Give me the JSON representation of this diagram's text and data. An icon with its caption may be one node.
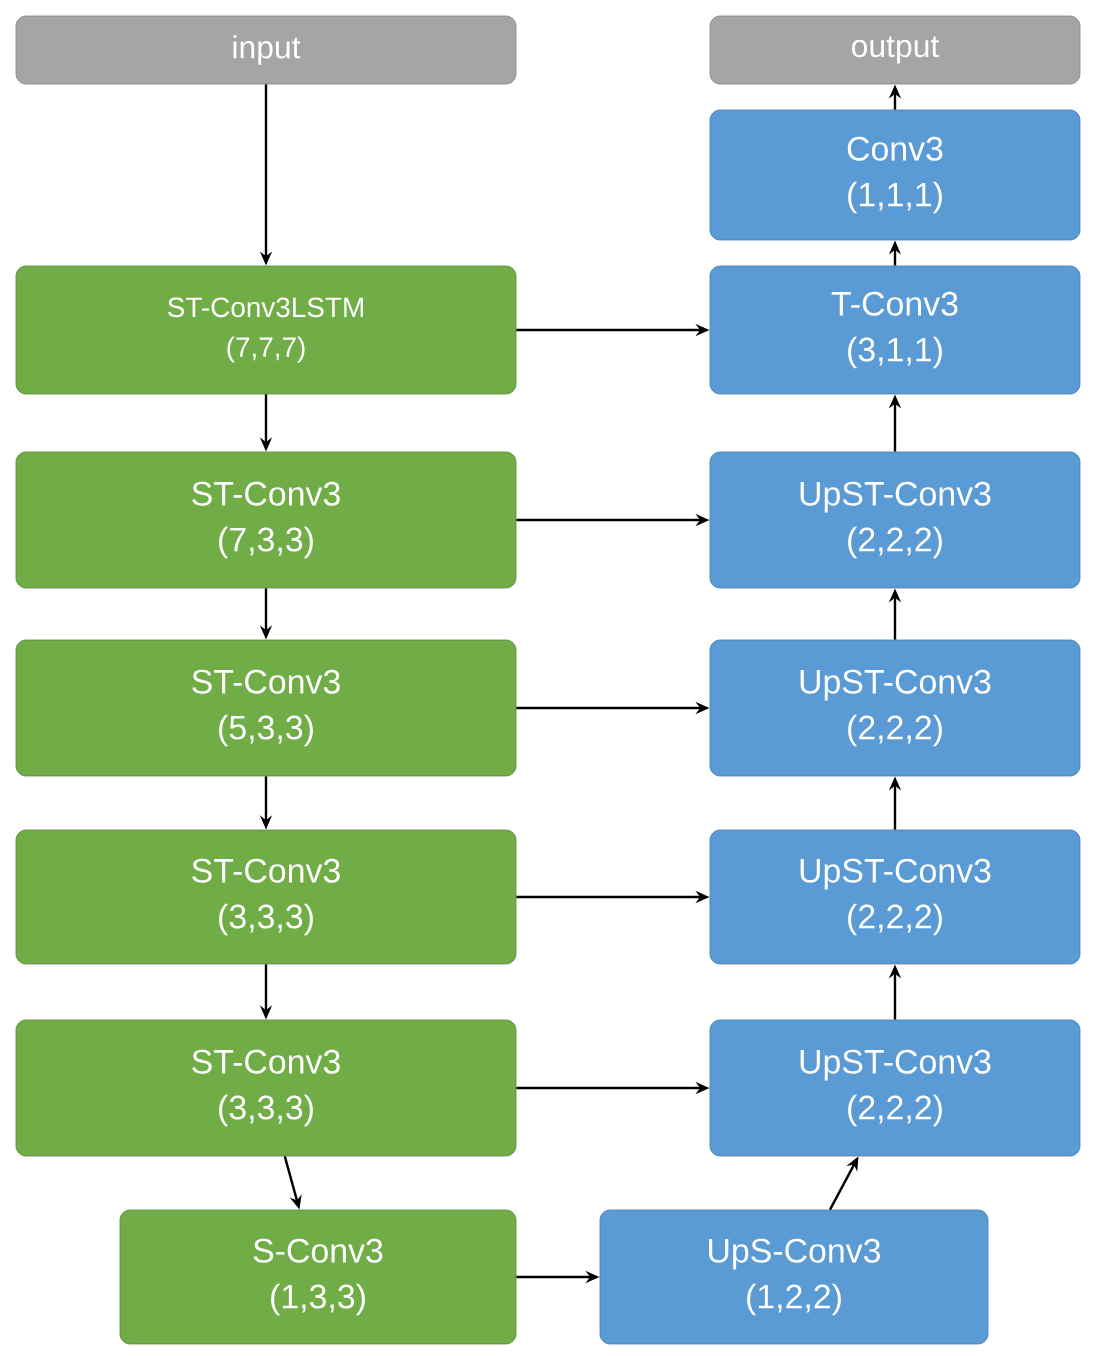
{
  "diagram": {
    "nodes": [
      {
        "text": [
          "input"
        ]
      },
      {
        "text": [
          "output"
        ]
      },
      {
        "text": [
          "ST-Conv3LSTM",
          "(7,7,7)"
        ]
      },
      {
        "text": [
          "ST-Conv3",
          "(7,3,3)"
        ]
      },
      {
        "text": [
          "ST-Conv3",
          "(5,3,3)"
        ]
      },
      {
        "text": [
          "ST-Conv3",
          "(3,3,3)"
        ]
      },
      {
        "text": [
          "ST-Conv3",
          "(3,3,3)"
        ]
      },
      {
        "text": [
          "S-Conv3",
          "(1,3,3)"
        ]
      },
      {
        "text": [
          "UpS-Conv3",
          "(1,2,2)"
        ]
      },
      {
        "text": [
          "UpST-Conv3",
          "(2,2,2)"
        ]
      },
      {
        "text": [
          "UpST-Conv3",
          "(2,2,2)"
        ]
      },
      {
        "text": [
          "UpST-Conv3",
          "(2,2,2)"
        ]
      },
      {
        "text": [
          "UpST-Conv3",
          "(2,2,2)"
        ]
      },
      {
        "text": [
          "T-Conv3",
          "(3,1,1)"
        ]
      },
      {
        "text": [
          "Conv3",
          "(1,1,1)"
        ]
      }
    ],
    "edges": [
      {
        "from": 0,
        "to": 2,
        "arrow": "to"
      },
      {
        "from": 2,
        "to": 3,
        "arrow": "to"
      },
      {
        "from": 3,
        "to": 4,
        "arrow": "to"
      },
      {
        "from": 4,
        "to": 5,
        "arrow": "to"
      },
      {
        "from": 5,
        "to": 6,
        "arrow": "to"
      },
      {
        "from": 6,
        "to": 7,
        "arrow": "to"
      },
      {
        "from": 7,
        "to": 8,
        "arrow": "to"
      },
      {
        "from": 8,
        "to": 9,
        "arrow": "to"
      },
      {
        "from": 9,
        "to": 10,
        "arrow": "to"
      },
      {
        "from": 10,
        "to": 11,
        "arrow": "to"
      },
      {
        "from": 11,
        "to": 12,
        "arrow": "to"
      },
      {
        "from": 12,
        "to": 13,
        "arrow": "to"
      },
      {
        "from": 13,
        "to": 14,
        "arrow": "to"
      },
      {
        "from": 14,
        "to": 1,
        "arrow": "to"
      },
      {
        "from": 2,
        "to": 13,
        "arrow": "to"
      },
      {
        "from": 3,
        "to": 12,
        "arrow": "to"
      },
      {
        "from": 4,
        "to": 11,
        "arrow": "to"
      },
      {
        "from": 5,
        "to": 10,
        "arrow": "to"
      },
      {
        "from": 6,
        "to": 9,
        "arrow": "to"
      }
    ]
  }
}
